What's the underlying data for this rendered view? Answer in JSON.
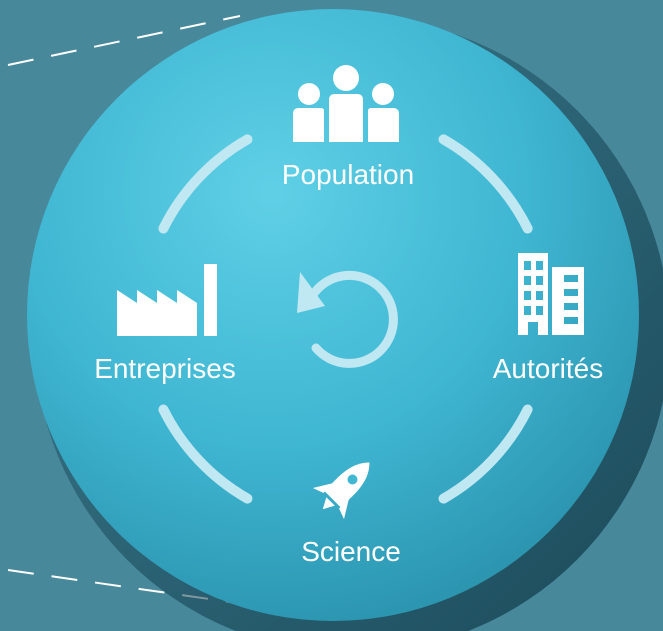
{
  "nodes": {
    "top": {
      "label": "Population",
      "icon": "people-group-icon"
    },
    "right": {
      "label": "Autorités",
      "icon": "building-icon"
    },
    "bottom": {
      "label": "Science",
      "icon": "rocket-icon"
    },
    "left": {
      "label": "Entreprises",
      "icon": "factory-icon"
    }
  },
  "center": {
    "icon": "cycle-arrow-icon"
  },
  "colors": {
    "background": "#47889b",
    "disc": "#40b8d4",
    "ring": "#bfe8f2",
    "text": "#ffffff",
    "dash": "#ffffff"
  }
}
